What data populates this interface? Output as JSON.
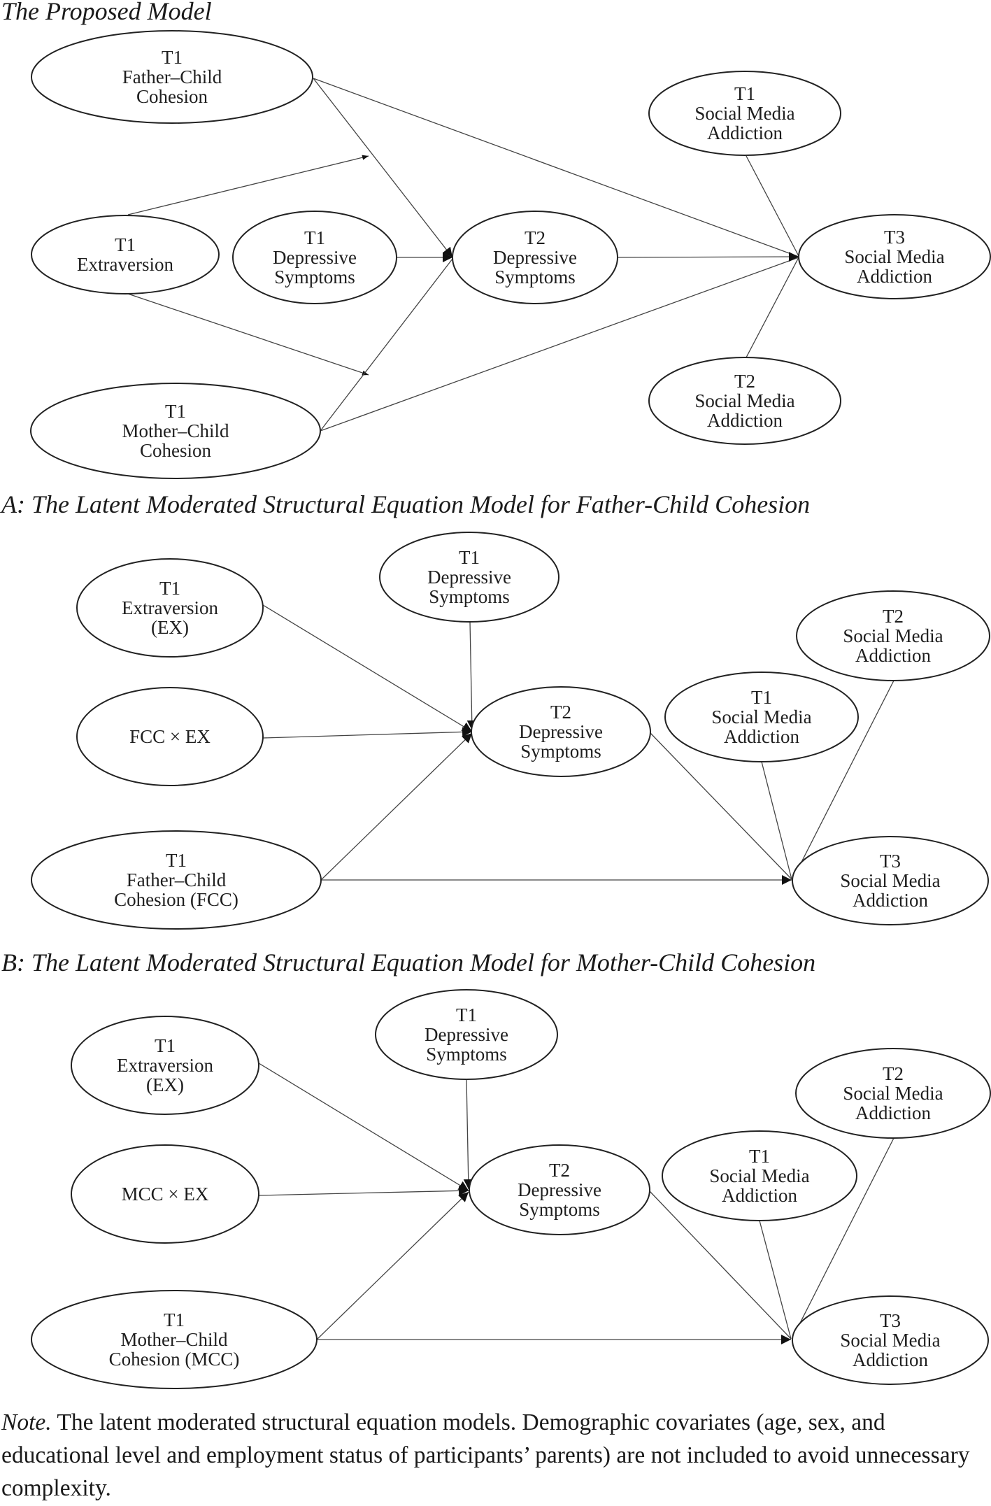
{
  "panels": [
    {
      "id": "proposed",
      "title": "The Proposed Model",
      "nodes": [
        {
          "id": "fcc",
          "lines": [
            "T1",
            "Father–Child",
            "Cohesion"
          ]
        },
        {
          "id": "ex",
          "lines": [
            "T1",
            "Extraversion"
          ]
        },
        {
          "id": "dep1",
          "lines": [
            "T1",
            "Depressive",
            "Symptoms"
          ]
        },
        {
          "id": "mcc",
          "lines": [
            "T1",
            "Mother–Child",
            "Cohesion"
          ]
        },
        {
          "id": "dep2",
          "lines": [
            "T2",
            "Depressive",
            "Symptoms"
          ]
        },
        {
          "id": "sma1",
          "lines": [
            "T1",
            "Social Media",
            "Addiction"
          ]
        },
        {
          "id": "sma3",
          "lines": [
            "T3",
            "Social Media",
            "Addiction"
          ]
        },
        {
          "id": "sma2",
          "lines": [
            "T2",
            "Social Media",
            "Addiction"
          ]
        }
      ],
      "edges": [
        {
          "from": "fcc",
          "to": "dep2",
          "arrow": true
        },
        {
          "from": "fcc",
          "to": "sma3",
          "arrow": false
        },
        {
          "from": "ex",
          "to": "fcc-dep2-path",
          "arrow": true,
          "type": "moderation"
        },
        {
          "from": "ex",
          "to": "mcc-dep2-path",
          "arrow": true,
          "type": "moderation"
        },
        {
          "from": "dep1",
          "to": "dep2",
          "arrow": true
        },
        {
          "from": "mcc",
          "to": "dep2",
          "arrow": false
        },
        {
          "from": "mcc",
          "to": "sma3",
          "arrow": false
        },
        {
          "from": "dep2",
          "to": "sma3",
          "arrow": true
        },
        {
          "from": "sma1",
          "to": "sma3",
          "arrow": false
        },
        {
          "from": "sma2",
          "to": "sma3",
          "arrow": false
        }
      ]
    },
    {
      "id": "panelA",
      "title": "A: The Latent Moderated Structural Equation Model for Father-Child Cohesion",
      "nodes": [
        {
          "id": "ex",
          "lines": [
            "T1",
            "Extraversion",
            "(EX)"
          ]
        },
        {
          "id": "int",
          "lines": [
            "FCC × EX"
          ]
        },
        {
          "id": "fcc",
          "lines": [
            "T1",
            "Father–Child",
            "Cohesion (FCC)"
          ]
        },
        {
          "id": "dep1",
          "lines": [
            "T1",
            "Depressive",
            "Symptoms"
          ]
        },
        {
          "id": "dep2",
          "lines": [
            "T2",
            "Depressive",
            "Symptoms"
          ]
        },
        {
          "id": "sma1",
          "lines": [
            "T1",
            "Social Media",
            "Addiction"
          ]
        },
        {
          "id": "sma2",
          "lines": [
            "T2",
            "Social Media",
            "Addiction"
          ]
        },
        {
          "id": "sma3",
          "lines": [
            "T3",
            "Social Media",
            "Addiction"
          ]
        }
      ],
      "edges": [
        {
          "from": "ex",
          "to": "dep2",
          "arrow": true
        },
        {
          "from": "int",
          "to": "dep2",
          "arrow": true
        },
        {
          "from": "fcc",
          "to": "dep2",
          "arrow": true
        },
        {
          "from": "dep1",
          "to": "dep2",
          "arrow": true
        },
        {
          "from": "fcc",
          "to": "sma3",
          "arrow": true
        },
        {
          "from": "dep2",
          "to": "sma3",
          "arrow": false
        },
        {
          "from": "sma1",
          "to": "sma3",
          "arrow": false
        },
        {
          "from": "sma2",
          "to": "sma3",
          "arrow": false
        }
      ]
    },
    {
      "id": "panelB",
      "title": "B: The Latent Moderated Structural Equation Model for Mother-Child Cohesion",
      "nodes": [
        {
          "id": "ex",
          "lines": [
            "T1",
            "Extraversion",
            "(EX)"
          ]
        },
        {
          "id": "int",
          "lines": [
            "MCC × EX"
          ]
        },
        {
          "id": "mcc",
          "lines": [
            "T1",
            "Mother–Child",
            "Cohesion (MCC)"
          ]
        },
        {
          "id": "dep1",
          "lines": [
            "T1",
            "Depressive",
            "Symptoms"
          ]
        },
        {
          "id": "dep2",
          "lines": [
            "T2",
            "Depressive",
            "Symptoms"
          ]
        },
        {
          "id": "sma1",
          "lines": [
            "T1",
            "Social Media",
            "Addiction"
          ]
        },
        {
          "id": "sma2",
          "lines": [
            "T2",
            "Social Media",
            "Addiction"
          ]
        },
        {
          "id": "sma3",
          "lines": [
            "T3",
            "Social Media",
            "Addiction"
          ]
        }
      ],
      "edges": [
        {
          "from": "ex",
          "to": "dep2",
          "arrow": true
        },
        {
          "from": "int",
          "to": "dep2",
          "arrow": true
        },
        {
          "from": "mcc",
          "to": "dep2",
          "arrow": true
        },
        {
          "from": "dep1",
          "to": "dep2",
          "arrow": true
        },
        {
          "from": "mcc",
          "to": "sma3",
          "arrow": true
        },
        {
          "from": "dep2",
          "to": "sma3",
          "arrow": false
        },
        {
          "from": "sma1",
          "to": "sma3",
          "arrow": false
        },
        {
          "from": "sma2",
          "to": "sma3",
          "arrow": false
        }
      ]
    }
  ],
  "note": {
    "label": "Note.",
    "text": " The latent moderated structural equation models. Demographic covariates (age, sex, and educational level and employment status of participants’ parents) are not included to avoid unnecessary complexity."
  },
  "colors": {
    "stroke": "#222222",
    "edge": "#444444",
    "background": "#ffffff"
  }
}
